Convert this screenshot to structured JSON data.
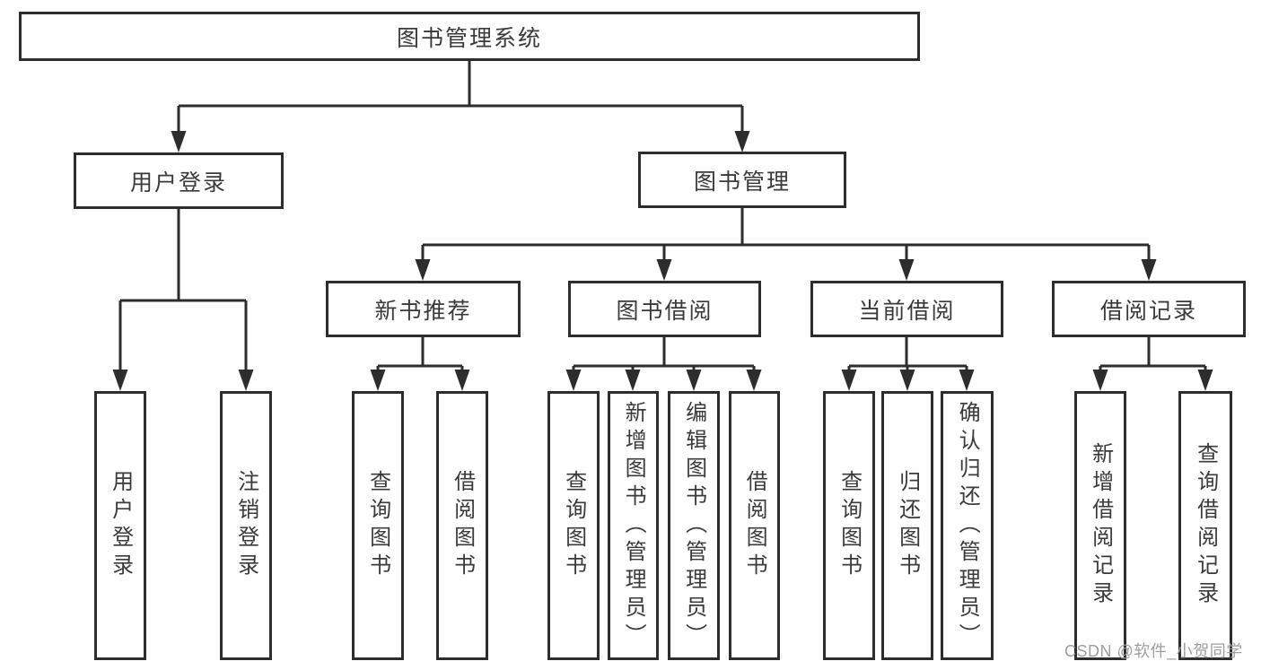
{
  "diagram_type": "hierarchy-tree",
  "colors": {
    "line": "#2d2d2d",
    "box_border": "#2d2d2d",
    "box_fill": "#ffffff",
    "text": "#3a3a3a",
    "watermark_text": "#9e9e9e"
  },
  "tree": {
    "label": "图书管理系统",
    "children": [
      {
        "label": "用户登录",
        "children": [
          {
            "label": "用户登录"
          },
          {
            "label": "注销登录"
          }
        ]
      },
      {
        "label": "图书管理",
        "children": [
          {
            "label": "新书推荐",
            "children": [
              {
                "label": "查询图书"
              },
              {
                "label": "借阅图书"
              }
            ]
          },
          {
            "label": "图书借阅",
            "children": [
              {
                "label": "查询图书"
              },
              {
                "label": "新增图书（管理员）"
              },
              {
                "label": "编辑图书（管理员）"
              },
              {
                "label": "借阅图书"
              }
            ]
          },
          {
            "label": "当前借阅",
            "children": [
              {
                "label": "查询图书"
              },
              {
                "label": "归还图书"
              },
              {
                "label": "确认归还（管理员）"
              }
            ]
          },
          {
            "label": "借阅记录",
            "children": [
              {
                "label": "新增借阅记录"
              },
              {
                "label": "查询借阅记录"
              }
            ]
          }
        ]
      }
    ]
  },
  "watermark": {
    "text": "CSDN @软件_小贺同学"
  }
}
